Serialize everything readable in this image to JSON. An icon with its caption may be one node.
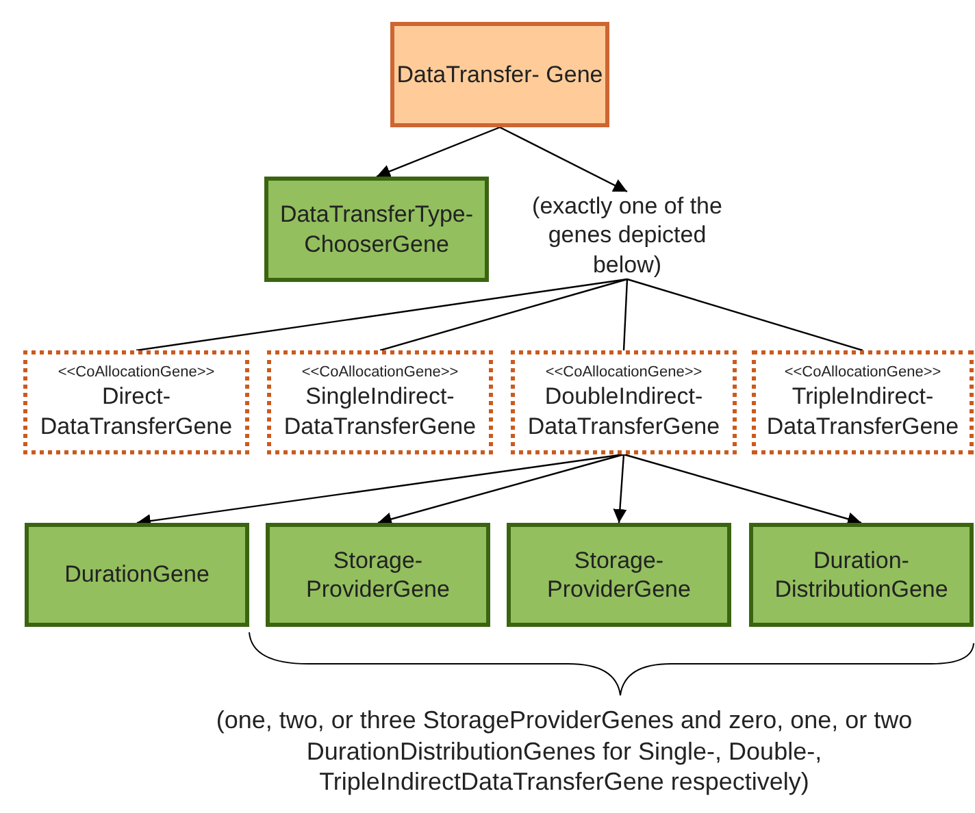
{
  "diagram": {
    "nodes": [
      {
        "text": [
          "DataTransfer- Gene"
        ]
      },
      {
        "text": [
          "DataTransferType- ChooserGene"
        ]
      },
      {
        "text": [
          "(exactly one of the genes depicted below)"
        ]
      },
      {
        "text": [
          "<<CoAllocationGene>>",
          "Direct- DataTransferGene"
        ]
      },
      {
        "text": [
          "<<CoAllocationGene>>",
          "SingleIndirect- DataTransferGene"
        ]
      },
      {
        "text": [
          "<<CoAllocationGene>>",
          "DoubleIndirect- DataTransferGene"
        ]
      },
      {
        "text": [
          "<<CoAllocationGene>>",
          "TripleIndirect- DataTransferGene"
        ]
      },
      {
        "text": [
          "DurationGene"
        ]
      },
      {
        "text": [
          "Storage- ProviderGene"
        ]
      },
      {
        "text": [
          "Storage- ProviderGene"
        ]
      },
      {
        "text": [
          "Duration- DistributionGene"
        ]
      }
    ],
    "edges": [
      {
        "from": 0,
        "to": 1,
        "arrow": "to"
      },
      {
        "from": 0,
        "to": 2,
        "arrow": "to"
      },
      {
        "from": 2,
        "to": 3,
        "arrow": "none"
      },
      {
        "from": 2,
        "to": 4,
        "arrow": "none"
      },
      {
        "from": 2,
        "to": 5,
        "arrow": "none"
      },
      {
        "from": 2,
        "to": 6,
        "arrow": "none"
      },
      {
        "from": 5,
        "to": 7,
        "arrow": "to"
      },
      {
        "from": 5,
        "to": 8,
        "arrow": "to"
      },
      {
        "from": 5,
        "to": 9,
        "arrow": "to"
      },
      {
        "from": 5,
        "to": 10,
        "arrow": "to"
      }
    ],
    "labels": [
      "(one, two, or three StorageProviderGenes and zero, one, or two DurationDistributionGenes for Single-, Double-, TripleIndirectDataTransferGene respectively)"
    ]
  }
}
